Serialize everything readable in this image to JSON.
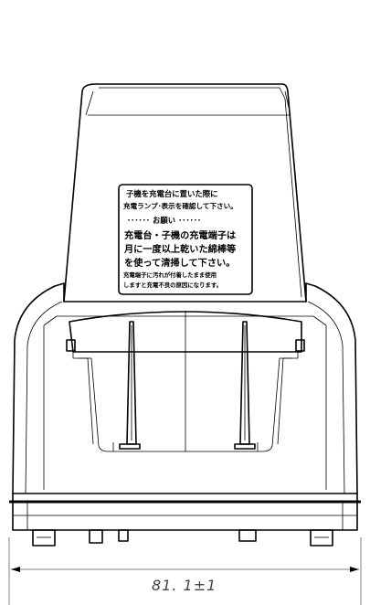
{
  "label": {
    "line1": "子機を充電台に置いた際に",
    "line2": "充電ランプ･表示を確認して下さい。",
    "line3": "･･････ お願い ･･････",
    "line4": "充電台・子機の充電端子は",
    "line5": "月に一度以上乾いた綿棒等",
    "line6": "を使って清掃して下さい。",
    "line7": "充電端子に汚れが付着したまま使用",
    "line8": "しますと充電不良の原因になります。"
  },
  "dimension": {
    "width_label": "81. 1±1"
  }
}
